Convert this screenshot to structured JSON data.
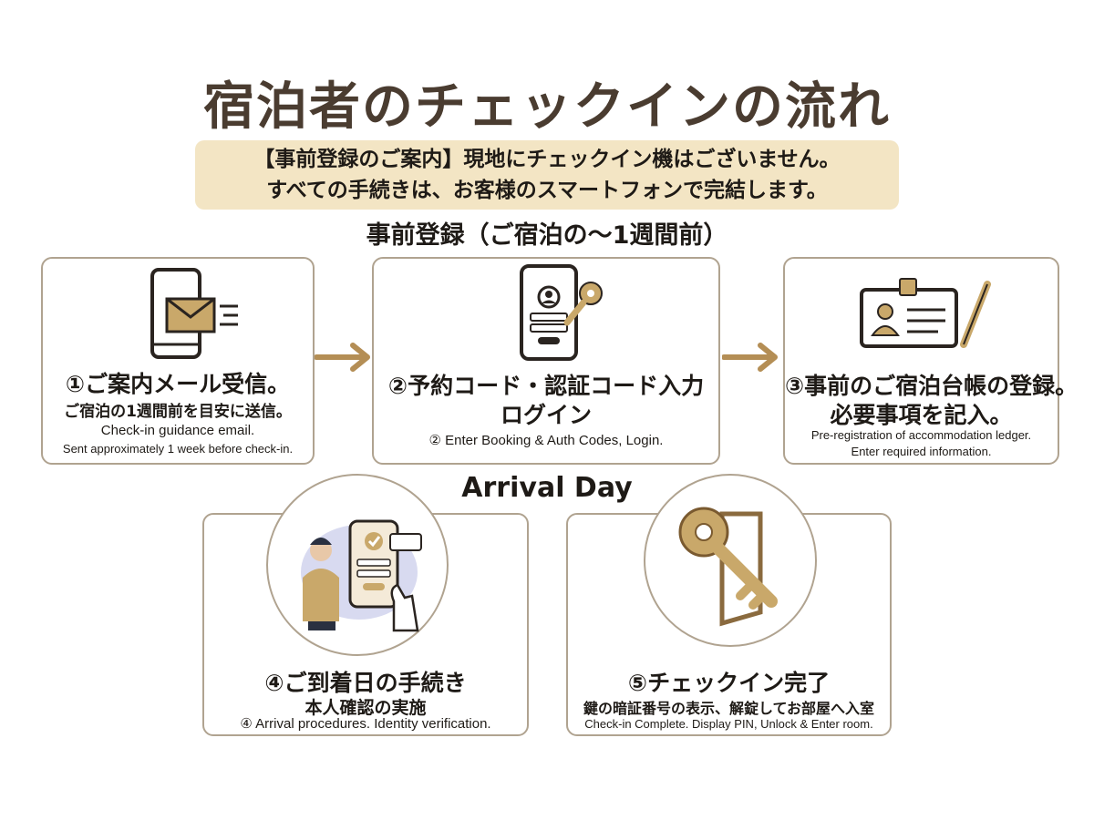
{
  "title": "宿泊者のチェックインの流れ",
  "notice": {
    "line1": "【事前登録のご案内】現地にチェックイン機はございません。",
    "line2": "すべての手続きは、お客様のスマートフォンで完結します。"
  },
  "pre_heading": "事前登録（ご宿泊の〜1週間前）",
  "arrival_heading": "Arrival Day",
  "steps": [
    {
      "title": "①ご案内メール受信。",
      "sub": "ご宿泊の1週間前を目安に送信。",
      "en1": "Check-in guidance email.",
      "en2": "Sent approximately 1 week before check-in."
    },
    {
      "title": "②予約コード・認証コード入力",
      "title2": "ログイン",
      "en1": "② Enter Booking & Auth Codes, Login."
    },
    {
      "title": "③事前のご宿泊台帳の登録。",
      "title2": "必要事項を記入。",
      "en1": "Pre-registration of accommodation ledger.",
      "en2": "Enter required information."
    },
    {
      "title": "④ご到着日の手続き",
      "sub": "本人確認の実施",
      "en1": "④ Arrival procedures. Identity verification."
    },
    {
      "title": "⑤チェックイン完了",
      "sub": "鍵の暗証番号の表示、解錠してお部屋へ入室",
      "en1": "Check-in Complete. Display PIN, Unlock & Enter room."
    }
  ],
  "icons": [
    "phone-mail-icon",
    "phone-key-icon",
    "id-card-pen-icon",
    "person-phone-icon",
    "key-door-icon"
  ],
  "colors": {
    "gold": "#b48e55",
    "title": "#4a3c30",
    "notice_bg": "#f3e5c4",
    "border": "#b0a390"
  }
}
